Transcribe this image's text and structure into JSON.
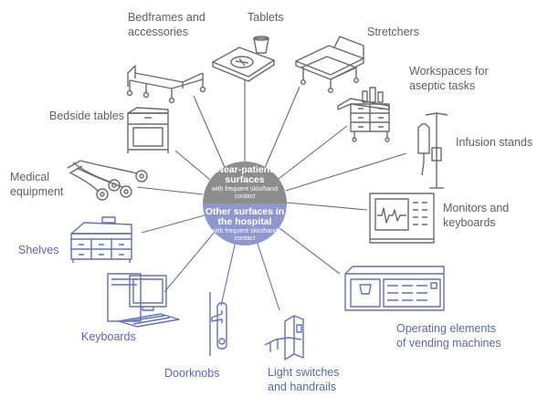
{
  "colors": {
    "gray_stroke": "#6a6a6a",
    "blue_stroke": "#6470b4",
    "hub_top": "#8d8d8d",
    "hub_bottom": "#8f97cc",
    "gray_text": "#5f5f5f",
    "blue_text": "#5b67ad"
  },
  "hub": {
    "top_title": "Near-patient\nsurfaces",
    "top_sub": "with frequent skin/hand\ncontact",
    "bottom_title": "Other surfaces in\nthe hospital",
    "bottom_sub": "with frequent skin/hand\ncontact"
  },
  "near_patient_items": [
    {
      "id": "bedframes",
      "label": "Bedframes and\naccessories",
      "icon": "bed-icon"
    },
    {
      "id": "tablets",
      "label": "Tablets",
      "icon": "tray-icon"
    },
    {
      "id": "stretchers",
      "label": "Stretchers",
      "icon": "stretcher-icon"
    },
    {
      "id": "workspaces",
      "label": "Workspaces for\naseptic tasks",
      "icon": "trolley-icon"
    },
    {
      "id": "infusion",
      "label": "Infusion stands",
      "icon": "infusion-stand-icon"
    },
    {
      "id": "monitors",
      "label": "Monitors and\nkeyboards",
      "icon": "monitor-icon"
    },
    {
      "id": "bedside",
      "label": "Bedside tables",
      "icon": "bedside-table-icon"
    },
    {
      "id": "medical",
      "label": "Medical\nequipment",
      "icon": "ecg-electrodes-icon"
    }
  ],
  "other_items": [
    {
      "id": "shelves",
      "label": "Shelves",
      "icon": "shelf-icon"
    },
    {
      "id": "keyboards",
      "label": "Keyboards",
      "icon": "computer-icon"
    },
    {
      "id": "doorknobs",
      "label": "Doorknobs",
      "icon": "door-handle-icon"
    },
    {
      "id": "lightswitches",
      "label": "Light switches\nand handrails",
      "icon": "light-switch-icon"
    },
    {
      "id": "vending",
      "label": "Operating elements\nof vending machines",
      "icon": "vending-machine-icon"
    }
  ]
}
